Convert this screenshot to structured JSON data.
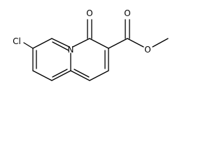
{
  "molecule": {
    "atom_labels": {
      "chlorine": "Cl",
      "ring_nitrogen": "N",
      "ketone_oxygen": "O",
      "ester_carbonyl_oxygen": "O",
      "ester_ether_oxygen": "O"
    }
  }
}
